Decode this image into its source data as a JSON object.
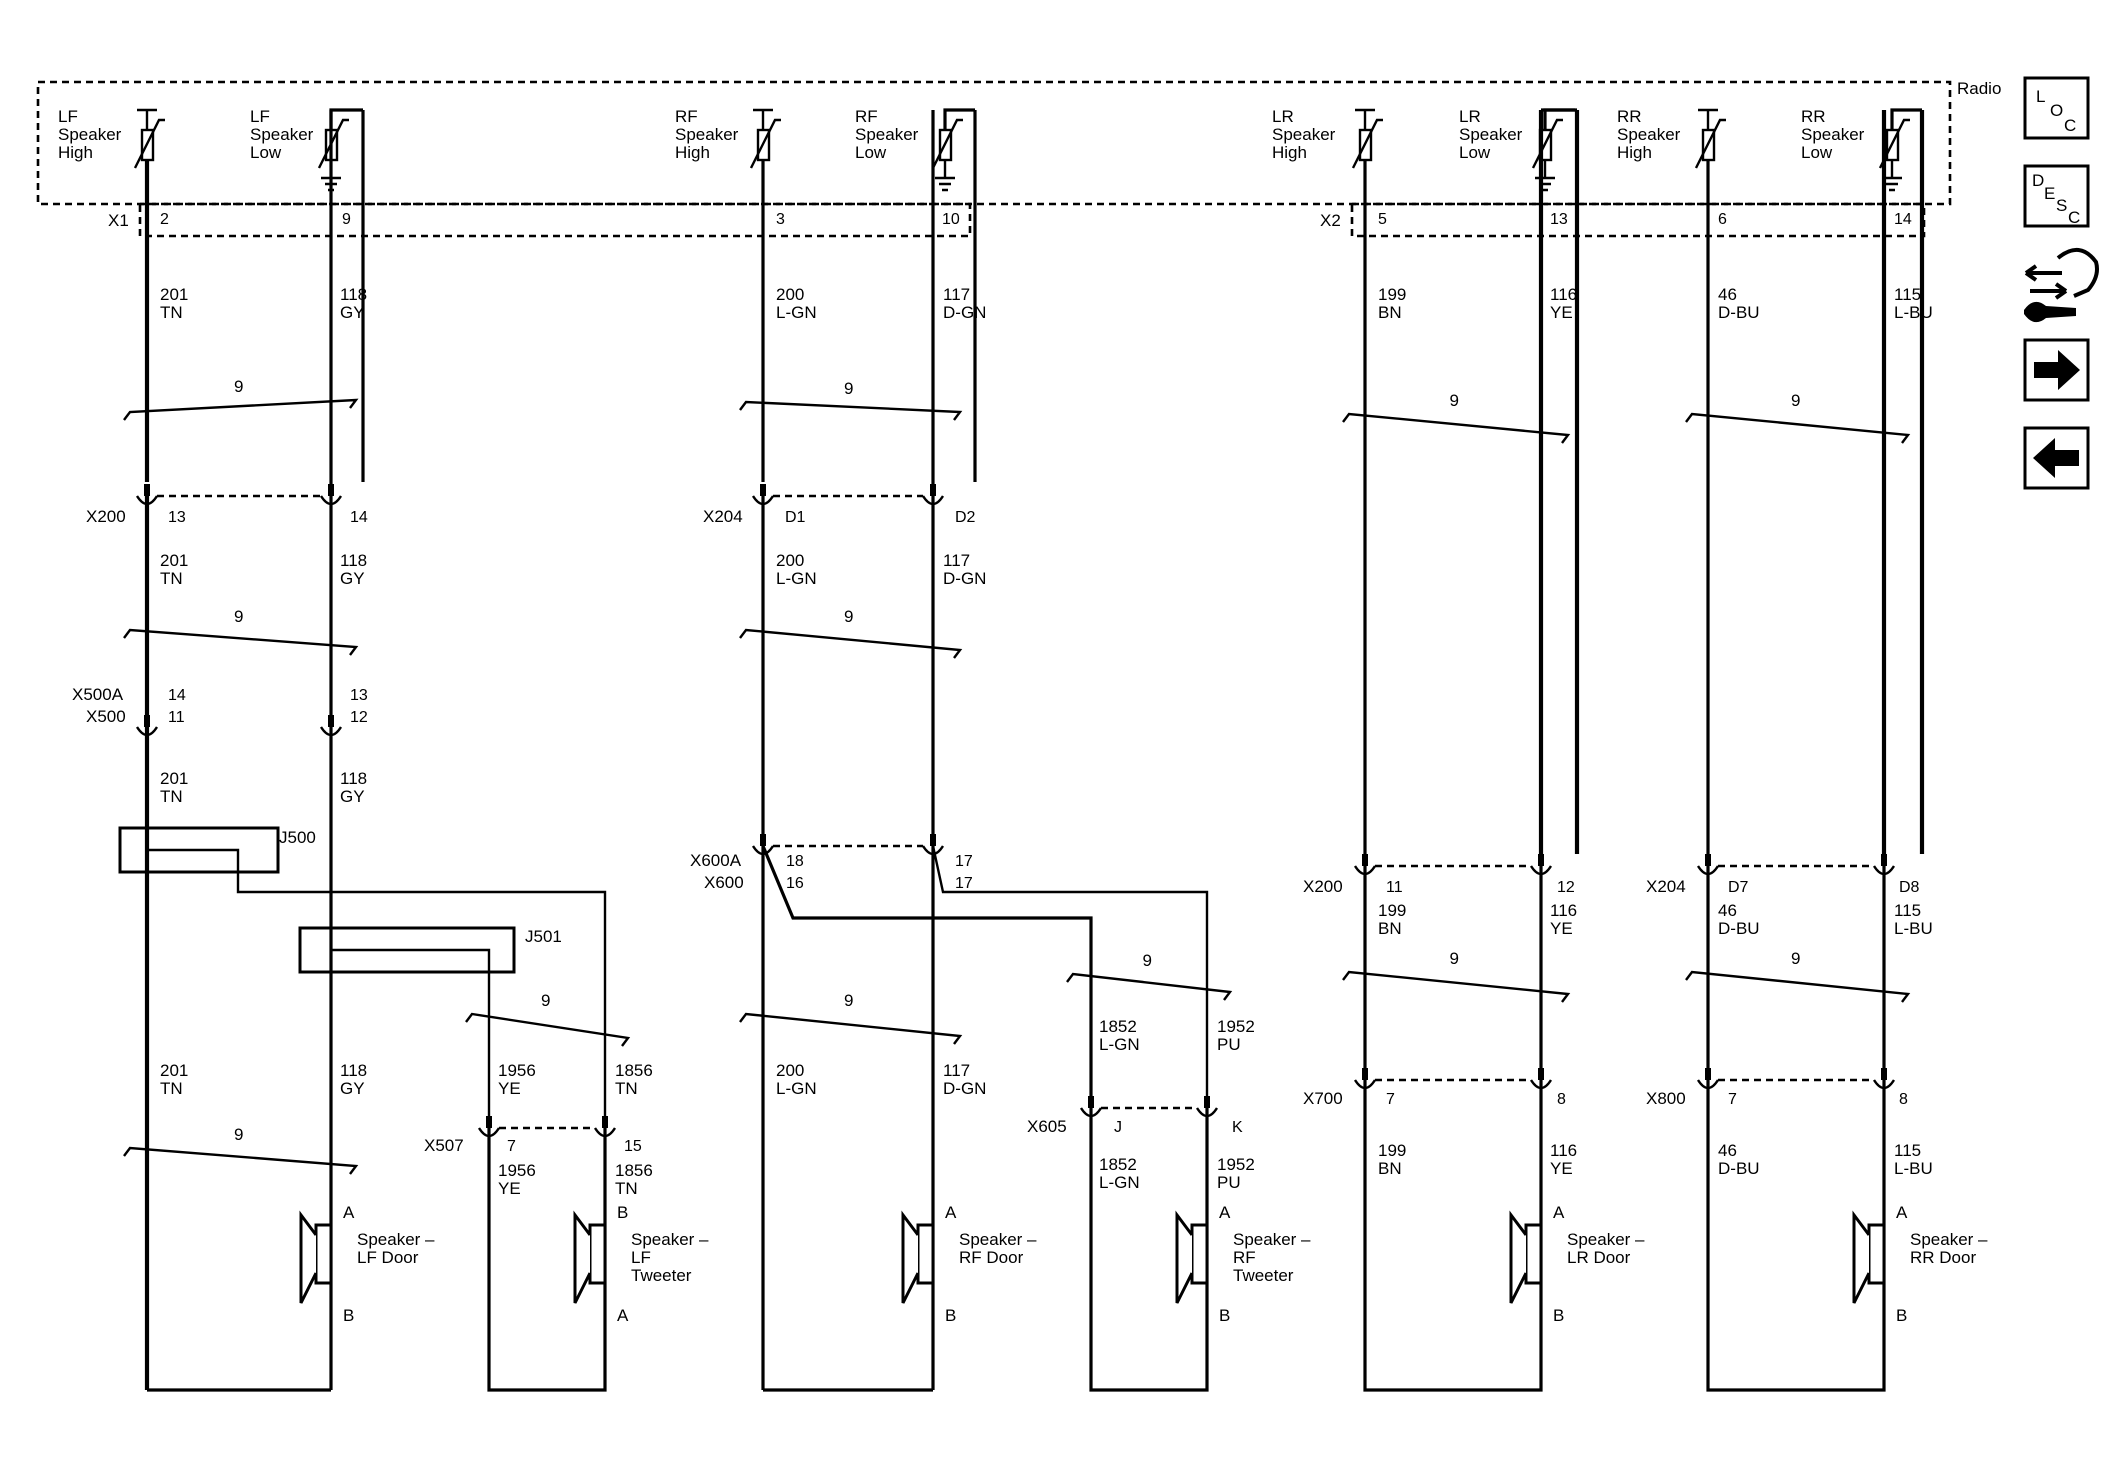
{
  "radio": {
    "label": "Radio",
    "channels": [
      [
        "LF",
        "Speaker",
        "High"
      ],
      [
        "LF",
        "Speaker",
        "Low"
      ],
      [
        "RF",
        "Speaker",
        "High"
      ],
      [
        "RF",
        "Speaker",
        "Low"
      ],
      [
        "LR",
        "Speaker",
        "High"
      ],
      [
        "LR",
        "Speaker",
        "Low"
      ],
      [
        "RR",
        "Speaker",
        "High"
      ],
      [
        "RR",
        "Speaker",
        "Low"
      ]
    ]
  },
  "nav": {
    "loc": [
      "L",
      "O",
      "C"
    ],
    "desc": [
      "D",
      "E",
      "S",
      "C"
    ],
    "icons": [
      "connector-tool-icon",
      "next-arrow-icon",
      "previous-arrow-icon"
    ]
  },
  "connectors": {
    "x1": "X1",
    "x2": "X2",
    "x200": "X200",
    "x204": "X204",
    "x500a": "X500A",
    "x500": "X500",
    "x600a": "X600A",
    "x600": "X600",
    "x605": "X605",
    "x507": "X507",
    "x700": "X700",
    "x800": "X800",
    "j500": "J500",
    "j501": "J501"
  },
  "pins": {
    "x1": [
      "2",
      "9"
    ],
    "x1r": [
      "3",
      "10"
    ],
    "x2": [
      "5",
      "13"
    ],
    "x2r": [
      "6",
      "14"
    ],
    "x200_lf": [
      "13",
      "14"
    ],
    "x204_rf": [
      "D1",
      "D2"
    ],
    "x500a": [
      "14",
      "13"
    ],
    "x500": [
      "11",
      "12"
    ],
    "x600a": [
      "18",
      "17"
    ],
    "x600": [
      "16",
      "17"
    ],
    "x200_lr": [
      "11",
      "12"
    ],
    "x204_rr": [
      "D7",
      "D8"
    ],
    "x507": [
      "7",
      "15"
    ],
    "x605": [
      "J",
      "K"
    ],
    "x700": [
      "7",
      "8"
    ],
    "x800": [
      "7",
      "8"
    ]
  },
  "twist_label": "9",
  "wires": {
    "w201": [
      "201",
      "TN"
    ],
    "w118": [
      "118",
      "GY"
    ],
    "w200": [
      "200",
      "L-GN"
    ],
    "w117": [
      "117",
      "D-GN"
    ],
    "w199": [
      "199",
      "BN"
    ],
    "w116": [
      "116",
      "YE"
    ],
    "w46": [
      "46",
      "D-BU"
    ],
    "w115": [
      "115",
      "L-BU"
    ],
    "w1956": [
      "1956",
      "YE"
    ],
    "w1856": [
      "1856",
      "TN"
    ],
    "w1852": [
      "1852",
      "L-GN"
    ],
    "w1952": [
      "1952",
      "PU"
    ]
  },
  "speakers": [
    {
      "name": [
        "Speaker –",
        "LF Door"
      ],
      "top": "A",
      "bottom": "B"
    },
    {
      "name": [
        "Speaker –",
        "LF",
        "Tweeter"
      ],
      "top": "B",
      "bottom": "A"
    },
    {
      "name": [
        "Speaker –",
        "RF Door"
      ],
      "top": "A",
      "bottom": "B"
    },
    {
      "name": [
        "Speaker –",
        "RF",
        "Tweeter"
      ],
      "top": "A",
      "bottom": "B"
    },
    {
      "name": [
        "Speaker –",
        "LR Door"
      ],
      "top": "A",
      "bottom": "B"
    },
    {
      "name": [
        "Speaker –",
        "RR Door"
      ],
      "top": "A",
      "bottom": "B"
    }
  ]
}
